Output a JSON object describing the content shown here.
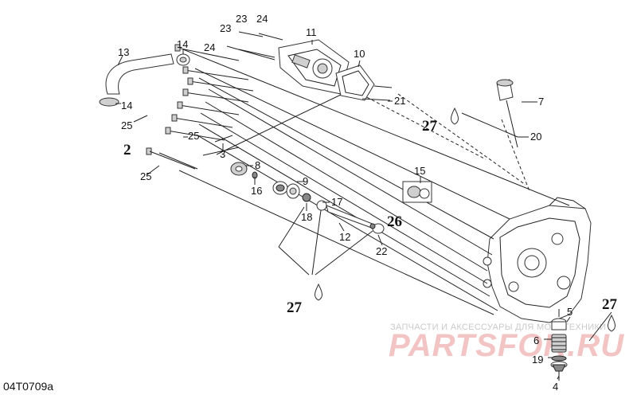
{
  "diagram_code": "04T0709a",
  "watermark": {
    "line1": "ЗАПЧАСТИ И АКСЕССУАРЫ ДЛЯ МОТОТЕХНИКИ",
    "line2": "PARTSFOR.RU"
  },
  "callouts": {
    "c2": "2",
    "c3": "3",
    "c4": "4",
    "c5": "5",
    "c6": "6",
    "c7": "7",
    "c8": "8",
    "c9": "9",
    "c10": "10",
    "c11": "11",
    "c12": "12",
    "c13": "13",
    "c14a": "14",
    "c14b": "14",
    "c15": "15",
    "c16": "16",
    "c17": "17",
    "c18": "18",
    "c19": "19",
    "c20": "20",
    "c21": "21",
    "c22": "22",
    "c23a": "23",
    "c23b": "23",
    "c24a": "24",
    "c24b": "24",
    "c25a": "25",
    "c25b": "25",
    "c25c": "25",
    "c26": "26",
    "c27a": "27",
    "c27b": "27",
    "c27c": "27"
  }
}
